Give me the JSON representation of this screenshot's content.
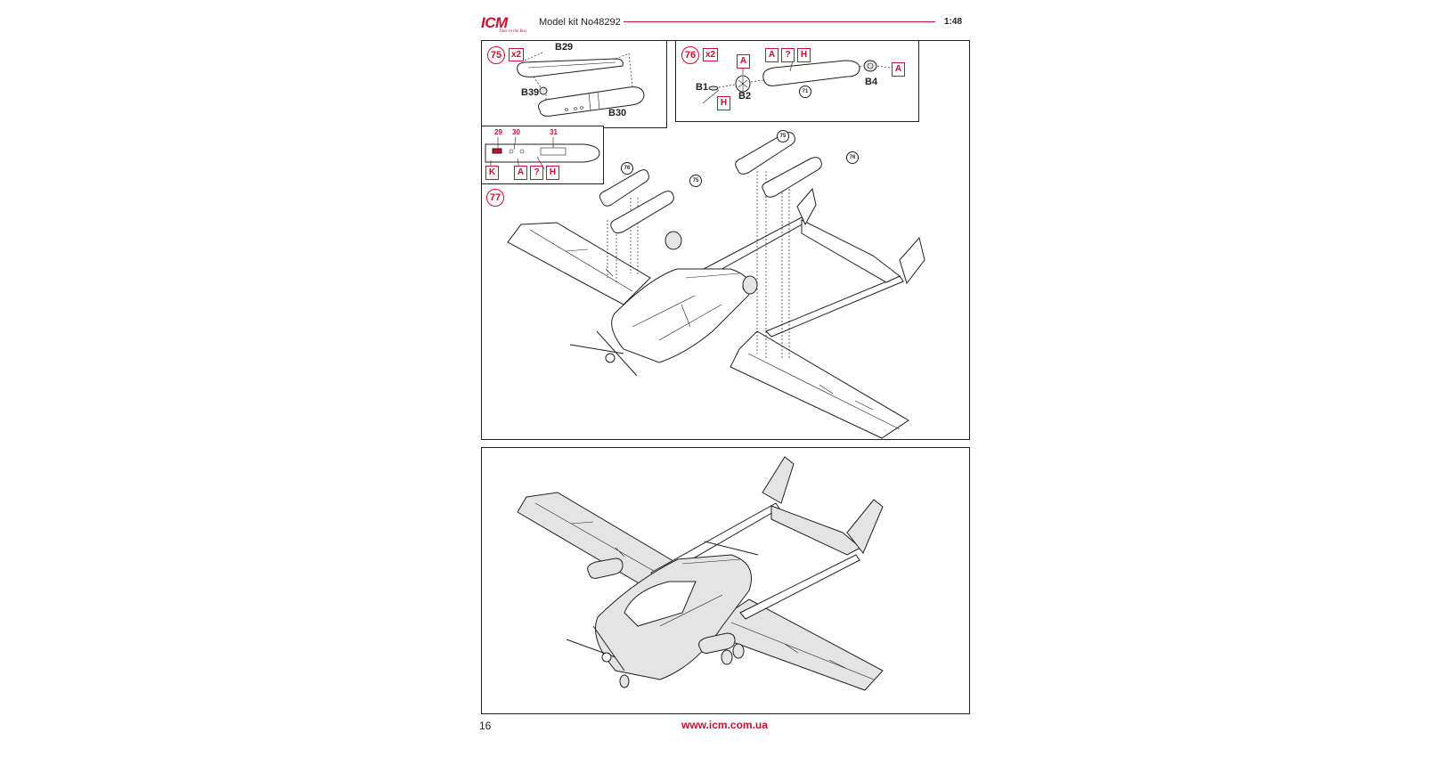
{
  "header": {
    "logo_text": "ICM",
    "logo_tagline": "Time in the Box",
    "kit_label": "Model kit No48292",
    "scale": "1:48",
    "accent_color": "#c8102e"
  },
  "steps": {
    "s75": {
      "number": "75",
      "multiplier": "x2",
      "parts": {
        "b29": "B29",
        "b39": "B39",
        "b30": "B30"
      }
    },
    "s76": {
      "number": "76",
      "multiplier": "x2",
      "parts": {
        "b1": "B1",
        "b2": "B2",
        "b4": "B4",
        "ref": "71"
      },
      "paint_boxes": {
        "a1": "A",
        "h1": "H",
        "a2": "A",
        "q": "?",
        "h2": "H",
        "a3": "A"
      }
    },
    "s77": {
      "number": "77",
      "decal_numbers": {
        "d29": "29",
        "d30": "30",
        "d31": "31"
      },
      "paint_boxes": {
        "k": "K",
        "a": "A",
        "q": "?",
        "h": "H"
      }
    },
    "main": {
      "callouts": {
        "c76a": "76",
        "c75a": "75",
        "c75b": "75",
        "c76b": "76"
      }
    }
  },
  "footer": {
    "page_number": "16",
    "website": "www.icm.com.ua"
  }
}
